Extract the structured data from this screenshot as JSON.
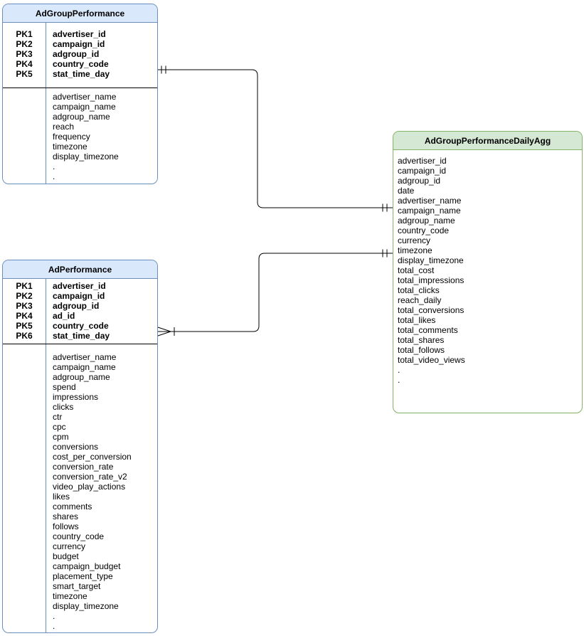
{
  "diagram": {
    "kind": "entity-relationship-diagram",
    "tables": [
      {
        "title": "AdGroupPerformance",
        "style": "blue",
        "primary_keys": [
          {
            "key": "PK1",
            "field": "advertiser_id"
          },
          {
            "key": "PK2",
            "field": "campaign_id"
          },
          {
            "key": "PK3",
            "field": "adgroup_id"
          },
          {
            "key": "PK4",
            "field": "country_code"
          },
          {
            "key": "PK5",
            "field": "stat_time_day"
          }
        ],
        "fields": [
          "advertiser_name",
          "campaign_name",
          "adgroup_name",
          "reach",
          "frequency",
          "timezone",
          "display_timezone",
          ".",
          "."
        ]
      },
      {
        "title": "AdPerformance",
        "style": "blue",
        "primary_keys": [
          {
            "key": "PK1",
            "field": "advertiser_id"
          },
          {
            "key": "PK2",
            "field": "campaign_id"
          },
          {
            "key": "PK3",
            "field": "adgroup_id"
          },
          {
            "key": "PK4",
            "field": "ad_id"
          },
          {
            "key": "PK5",
            "field": "country_code"
          },
          {
            "key": "PK6",
            "field": "stat_time_day"
          }
        ],
        "fields": [
          "advertiser_name",
          "campaign_name",
          "adgroup_name",
          "spend",
          "impressions",
          "clicks",
          "ctr",
          "cpc",
          "cpm",
          "conversions",
          "cost_per_conversion",
          "conversion_rate",
          "conversion_rate_v2",
          "video_play_actions",
          "likes",
          "comments",
          "shares",
          "follows",
          "country_code",
          "currency",
          "budget",
          "campaign_budget",
          "placement_type",
          "smart_target",
          "timezone",
          "display_timezone",
          ".",
          "."
        ]
      },
      {
        "title": "AdGroupPerformanceDailyAgg",
        "style": "green",
        "primary_keys": [],
        "fields": [
          "advertiser_id",
          "campaign_id",
          "adgroup_id",
          "date",
          "advertiser_name",
          "campaign_name",
          "adgroup_name",
          "country_code",
          "currency",
          "timezone",
          "display_timezone",
          "total_cost",
          "total_impressions",
          "total_clicks",
          "reach_daily",
          "total_conversions",
          "total_likes",
          "total_comments",
          "total_shares",
          "total_follows",
          "total_video_views",
          ".",
          "."
        ]
      }
    ],
    "relationships": [
      {
        "from": "AdGroupPerformance",
        "to": "AdGroupPerformanceDailyAgg",
        "from_cardinality": "exactly-one",
        "to_cardinality": "exactly-one"
      },
      {
        "from": "AdPerformance",
        "to": "AdGroupPerformanceDailyAgg",
        "from_cardinality": "many",
        "to_cardinality": "exactly-one"
      }
    ],
    "colors": {
      "blue_fill": "#dae8fc",
      "blue_stroke": "#6c8ebf",
      "green_fill": "#d5e8d4",
      "green_stroke": "#82b366",
      "connector": "#000000",
      "background": "#ffffff"
    }
  }
}
